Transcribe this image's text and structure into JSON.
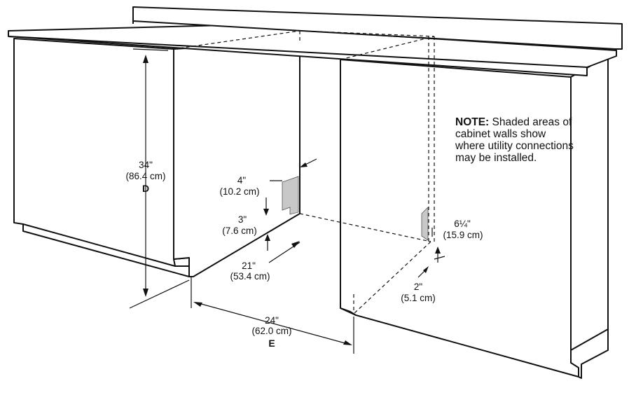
{
  "note": {
    "heading": "NOTE:",
    "text": "Shaded areas of cabinet walls show where utility connections may be installed."
  },
  "dimensions": {
    "height": {
      "imperial": "34\"",
      "metric": "(86.4 cm)",
      "letter": "D"
    },
    "width": {
      "imperial": "24\"",
      "metric": "(62.0 cm)",
      "letter": "E"
    },
    "depth": {
      "imperial": "21\"",
      "metric": "(53.4 cm)"
    },
    "left_area_height": {
      "imperial": "4\"",
      "metric": "(10.2 cm)"
    },
    "left_area_offset": {
      "imperial": "3\"",
      "metric": "(7.6 cm)"
    },
    "right_area_height": {
      "imperial": "6¼\"",
      "metric": "(15.9 cm)"
    },
    "right_area_offset": {
      "imperial": "2\"",
      "metric": "(5.1 cm)"
    }
  }
}
